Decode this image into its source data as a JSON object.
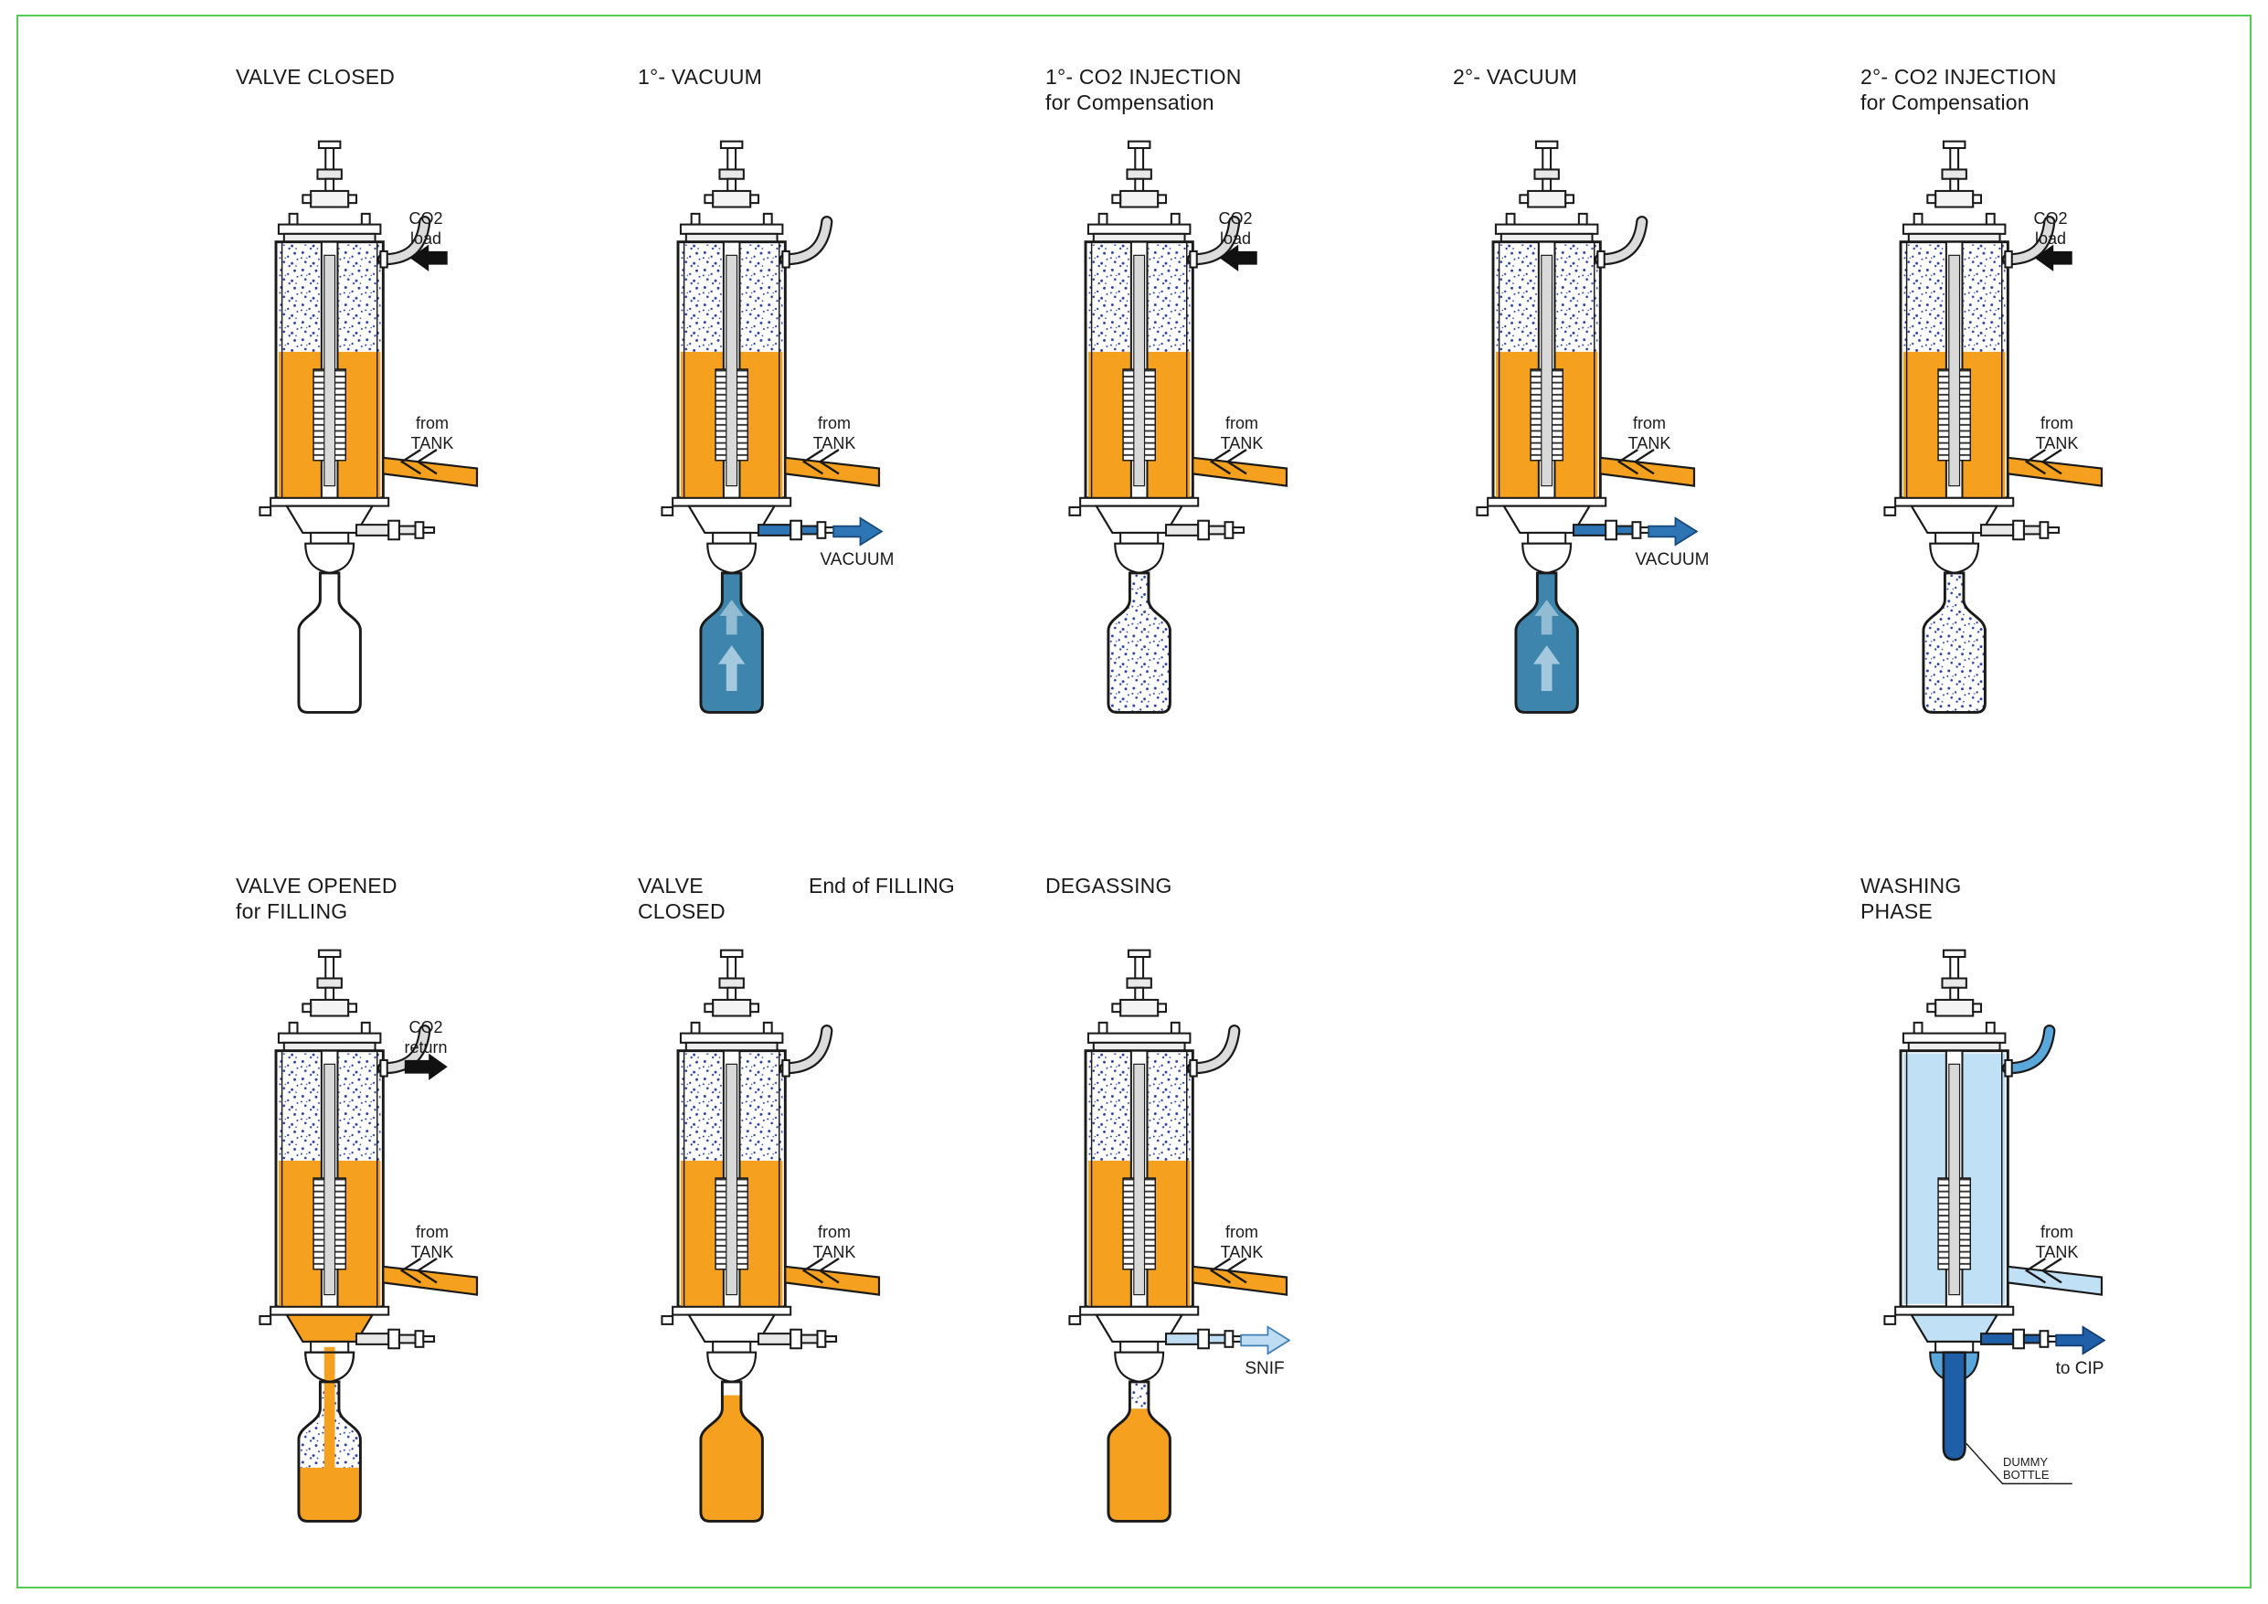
{
  "page": {
    "background": "#ffffff",
    "border_color": "#55CC55"
  },
  "colors": {
    "outline": "#1a1a1a",
    "beer": "#F5A01E",
    "gas_dot": "#2B3F9E",
    "vacuum_fill": "#3E85AD",
    "vacuum_arrow": "#2E75B6",
    "vacuum_arrow_edge": "#17497A",
    "snif_fill": "#BFDDF2",
    "snif_edge": "#3E7FB8",
    "cip": "#1F5FA8",
    "cip_edge": "#123C6E",
    "wash": "#BFE0F5",
    "wash_tube": "#5AA7DC",
    "co2_arrow": "#111111",
    "tube_grey": "#DCDCDC"
  },
  "panels": [
    {
      "id": "valve-closed",
      "title": "VALVE CLOSED",
      "subtitle": "",
      "secondary_title": "",
      "co2_label": {
        "line1": "CO2",
        "line2": "load"
      },
      "co2_flow": "in",
      "tank_label": {
        "line1": "from",
        "line2": "TANK"
      },
      "side_port": null,
      "bottle": "empty",
      "tank": "normal",
      "valve": "closed",
      "dummy_label": null
    },
    {
      "id": "first-vacuum",
      "title": "1°- VACUUM",
      "subtitle": "",
      "secondary_title": "",
      "co2_label": null,
      "co2_flow": "none",
      "tank_label": {
        "line1": "from",
        "line2": "TANK"
      },
      "side_port": {
        "label": "VACUUM",
        "type": "vacuum"
      },
      "bottle": "vacuum",
      "tank": "normal",
      "valve": "closed",
      "dummy_label": null
    },
    {
      "id": "first-co2-injection",
      "title": "1°- CO2 INJECTION",
      "subtitle": "for Compensation",
      "secondary_title": "",
      "co2_label": {
        "line1": "CO2",
        "line2": "load"
      },
      "co2_flow": "in",
      "tank_label": {
        "line1": "from",
        "line2": "TANK"
      },
      "side_port": null,
      "bottle": "co2",
      "tank": "normal",
      "valve": "closed",
      "dummy_label": null
    },
    {
      "id": "second-vacuum",
      "title": "2°- VACUUM",
      "subtitle": "",
      "secondary_title": "",
      "co2_label": null,
      "co2_flow": "none",
      "tank_label": {
        "line1": "from",
        "line2": "TANK"
      },
      "side_port": {
        "label": "VACUUM",
        "type": "vacuum"
      },
      "bottle": "vacuum",
      "tank": "normal",
      "valve": "closed",
      "dummy_label": null
    },
    {
      "id": "second-co2-injection",
      "title": "2°- CO2 INJECTION",
      "subtitle": "for Compensation",
      "secondary_title": "",
      "co2_label": {
        "line1": "CO2",
        "line2": "load"
      },
      "co2_flow": "in",
      "tank_label": {
        "line1": "from",
        "line2": "TANK"
      },
      "side_port": null,
      "bottle": "co2",
      "tank": "normal",
      "valve": "closed",
      "dummy_label": null
    },
    {
      "id": "valve-opened-for-filling",
      "title": "VALVE OPENED",
      "subtitle": "for FILLING",
      "secondary_title": "",
      "co2_label": {
        "line1": "CO2",
        "line2": "return"
      },
      "co2_flow": "out",
      "tank_label": {
        "line1": "from",
        "line2": "TANK"
      },
      "side_port": null,
      "bottle": "filling",
      "tank": "normal",
      "valve": "open",
      "dummy_label": null
    },
    {
      "id": "valve-closed-end-of-filling",
      "title": "VALVE",
      "subtitle": "CLOSED",
      "secondary_title": "End of FILLING",
      "co2_label": null,
      "co2_flow": "none",
      "tank_label": {
        "line1": "from",
        "line2": "TANK"
      },
      "side_port": null,
      "bottle": "full",
      "tank": "normal",
      "valve": "closed",
      "dummy_label": null
    },
    {
      "id": "degassing",
      "title": "DEGASSING",
      "subtitle": "",
      "secondary_title": "",
      "co2_label": null,
      "co2_flow": "none",
      "tank_label": {
        "line1": "from",
        "line2": "TANK"
      },
      "side_port": {
        "label": "SNIF",
        "type": "snif"
      },
      "bottle": "full_degas",
      "tank": "normal",
      "valve": "closed",
      "dummy_label": null
    },
    {
      "id": "washing-phase",
      "title": "WASHING",
      "subtitle": "PHASE",
      "secondary_title": "",
      "co2_label": null,
      "co2_flow": "none",
      "tank_label": {
        "line1": "from",
        "line2": "TANK"
      },
      "side_port": {
        "label": "to CIP",
        "type": "cip"
      },
      "bottle": "dummy",
      "tank": "wash",
      "valve": "closed",
      "dummy_label": {
        "line1": "DUMMY",
        "line2": "BOTTLE"
      }
    }
  ]
}
